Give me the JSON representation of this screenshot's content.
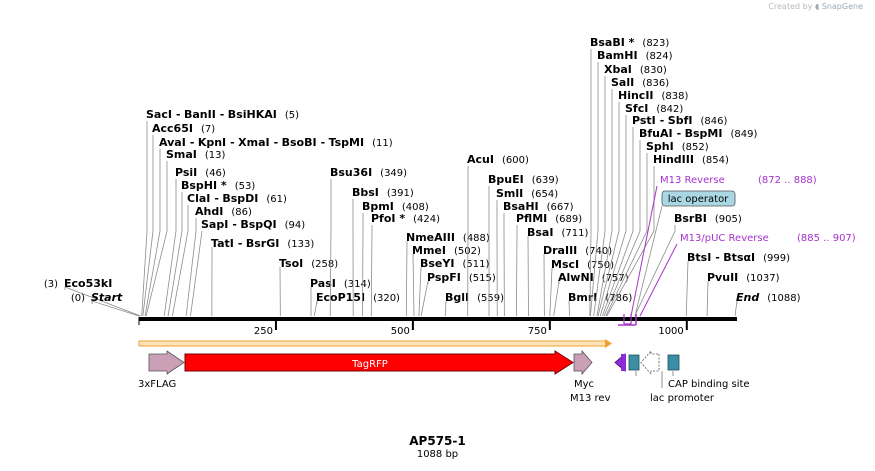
{
  "credit": {
    "prefix": "Created by",
    "brand": "SnapGene"
  },
  "plasmid": {
    "name": "AP575-1",
    "length_label": "1088 bp",
    "length": 1088
  },
  "ruler": {
    "ticks": [
      250,
      500,
      750,
      1000
    ]
  },
  "sites": [
    {
      "parts": [
        "Eco53kI"
      ],
      "pos": "(3)",
      "bp": 3,
      "pre": "(3)"
    },
    {
      "parts": [
        "Start"
      ],
      "pos": "",
      "bp": 0,
      "pre": "(0)",
      "italic": true
    },
    {
      "parts": [
        "SacI",
        "BanII",
        "BsiHKAI"
      ],
      "pos": "(5)",
      "bp": 5
    },
    {
      "parts": [
        "Acc65I"
      ],
      "pos": "(7)",
      "bp": 7
    },
    {
      "parts": [
        "AvaI",
        "KpnI",
        "XmaI",
        "BsoBI",
        "TspMI"
      ],
      "pos": "(11)",
      "bp": 11
    },
    {
      "parts": [
        "SmaI"
      ],
      "pos": "(13)",
      "bp": 13
    },
    {
      "parts": [
        "PsiI"
      ],
      "pos": "(46)",
      "bp": 46
    },
    {
      "parts": [
        "BspHI *"
      ],
      "pos": "(53)",
      "bp": 53
    },
    {
      "parts": [
        "ClaI",
        "BspDI"
      ],
      "pos": "(61)",
      "bp": 61
    },
    {
      "parts": [
        "AhdI"
      ],
      "pos": "(86)",
      "bp": 86
    },
    {
      "parts": [
        "SapI",
        "BspQI"
      ],
      "pos": "(94)",
      "bp": 94
    },
    {
      "parts": [
        "TatI",
        "BsrGI"
      ],
      "pos": "(133)",
      "bp": 133
    },
    {
      "parts": [
        "TsoI"
      ],
      "pos": "(258)",
      "bp": 258
    },
    {
      "parts": [
        "PasI"
      ],
      "pos": "(314)",
      "bp": 314
    },
    {
      "parts": [
        "EcoP15I"
      ],
      "pos": "(320)",
      "bp": 320
    },
    {
      "parts": [
        "Bsu36I"
      ],
      "pos": "(349)",
      "bp": 349
    },
    {
      "parts": [
        "BbsI"
      ],
      "pos": "(391)",
      "bp": 391
    },
    {
      "parts": [
        "BpmI"
      ],
      "pos": "(408)",
      "bp": 408
    },
    {
      "parts": [
        "PfoI *"
      ],
      "pos": "(424)",
      "bp": 424
    },
    {
      "parts": [
        "NmeAIII"
      ],
      "pos": "(488)",
      "bp": 488
    },
    {
      "parts": [
        "MmeI"
      ],
      "pos": "(502)",
      "bp": 502
    },
    {
      "parts": [
        "BseYI"
      ],
      "pos": "(511)",
      "bp": 511
    },
    {
      "parts": [
        "PspFI"
      ],
      "pos": "(515)",
      "bp": 515
    },
    {
      "parts": [
        "BglI"
      ],
      "pos": "(559)",
      "bp": 559
    },
    {
      "parts": [
        "AcuI"
      ],
      "pos": "(600)",
      "bp": 600
    },
    {
      "parts": [
        "BpuEI"
      ],
      "pos": "(639)",
      "bp": 639
    },
    {
      "parts": [
        "SmlI"
      ],
      "pos": "(654)",
      "bp": 654
    },
    {
      "parts": [
        "BsaHI"
      ],
      "pos": "(667)",
      "bp": 667
    },
    {
      "parts": [
        "PflMI"
      ],
      "pos": "(689)",
      "bp": 689
    },
    {
      "parts": [
        "BsaI"
      ],
      "pos": "(711)",
      "bp": 711
    },
    {
      "parts": [
        "DraIII"
      ],
      "pos": "(740)",
      "bp": 740
    },
    {
      "parts": [
        "MscI"
      ],
      "pos": "(750)",
      "bp": 750
    },
    {
      "parts": [
        "AlwNI"
      ],
      "pos": "(757)",
      "bp": 757
    },
    {
      "parts": [
        "BmrI"
      ],
      "pos": "(786)",
      "bp": 786
    },
    {
      "parts": [
        "BsaBI *"
      ],
      "pos": "(823)",
      "bp": 823
    },
    {
      "parts": [
        "BamHI"
      ],
      "pos": "(824)",
      "bp": 824
    },
    {
      "parts": [
        "XbaI"
      ],
      "pos": "(830)",
      "bp": 830
    },
    {
      "parts": [
        "SalI"
      ],
      "pos": "(836)",
      "bp": 836
    },
    {
      "parts": [
        "HincII"
      ],
      "pos": "(838)",
      "bp": 838
    },
    {
      "parts": [
        "SfcI"
      ],
      "pos": "(842)",
      "bp": 842
    },
    {
      "parts": [
        "PstI",
        "SbfI"
      ],
      "pos": "(846)",
      "bp": 846
    },
    {
      "parts": [
        "BfuAI",
        "BspMI"
      ],
      "pos": "(849)",
      "bp": 849
    },
    {
      "parts": [
        "SphI"
      ],
      "pos": "(852)",
      "bp": 852
    },
    {
      "parts": [
        "HindIII"
      ],
      "pos": "(854)",
      "bp": 854
    },
    {
      "parts": [
        "BsrBI"
      ],
      "pos": "(905)",
      "bp": 905
    },
    {
      "parts": [
        "BtsI",
        "BtsαI"
      ],
      "pos": "(999)",
      "bp": 999
    },
    {
      "parts": [
        "PvuII"
      ],
      "pos": "(1037)",
      "bp": 1037
    },
    {
      "parts": [
        "End"
      ],
      "pos": "(1088)",
      "bp": 1088,
      "italic": true
    }
  ],
  "primers": [
    {
      "name": "M13 Reverse",
      "range": "(872 .. 888)"
    },
    {
      "name": "M13/pUC Reverse",
      "range": "(885 .. 907)"
    }
  ],
  "features": [
    {
      "name": "3xFLAG",
      "color": "#c9a0b6"
    },
    {
      "name": "TagRFP",
      "color": "#ff0000"
    },
    {
      "name": "Myc",
      "color": "#c9a0b6"
    },
    {
      "name": "M13 rev",
      "color": "#8f2bd6"
    },
    {
      "name": "lac operator",
      "color": "#3c8ea6"
    },
    {
      "name": "lac promoter",
      "color": "#ffffff"
    },
    {
      "name": "CAP binding site",
      "color": "#3c8ea6"
    }
  ],
  "colors": {
    "primer": "#a633cc",
    "orf": "#f0a030",
    "backbone": "#000000"
  }
}
